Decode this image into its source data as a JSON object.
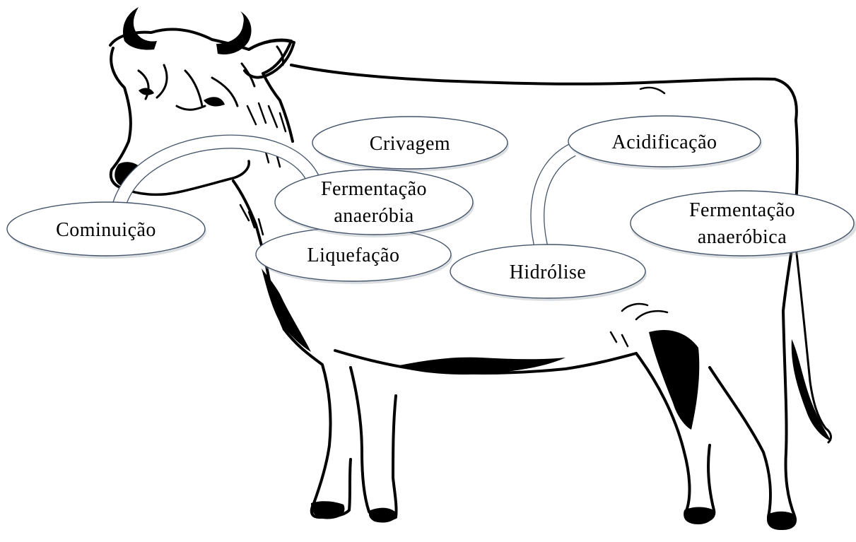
{
  "diagram": {
    "nodes": [
      {
        "id": "cominuicao",
        "lines": [
          "Cominuição"
        ]
      },
      {
        "id": "crivagem",
        "lines": [
          "Crivagem"
        ]
      },
      {
        "id": "fermentacao-anaerobia",
        "lines": [
          "Fermentação",
          "anaeróbia"
        ]
      },
      {
        "id": "liquefacao",
        "lines": [
          "Liquefação"
        ]
      },
      {
        "id": "acidificacao",
        "lines": [
          "Acidificação"
        ]
      },
      {
        "id": "hidrolise",
        "lines": [
          "Hidrólise"
        ]
      },
      {
        "id": "fermentacao-anaerobica",
        "lines": [
          "Fermentação",
          "anaeróbica"
        ]
      }
    ],
    "connectors": [
      {
        "from": "cominuicao",
        "to": "fermentacao-anaerobia"
      },
      {
        "from": "acidificacao",
        "to": "hidrolise"
      }
    ],
    "colors": {
      "oval_border": "#44546a",
      "oval_fill": "#ffffff",
      "text": "#000000",
      "drawing": "#000000"
    },
    "background_illustration": "cow-silhouette"
  }
}
